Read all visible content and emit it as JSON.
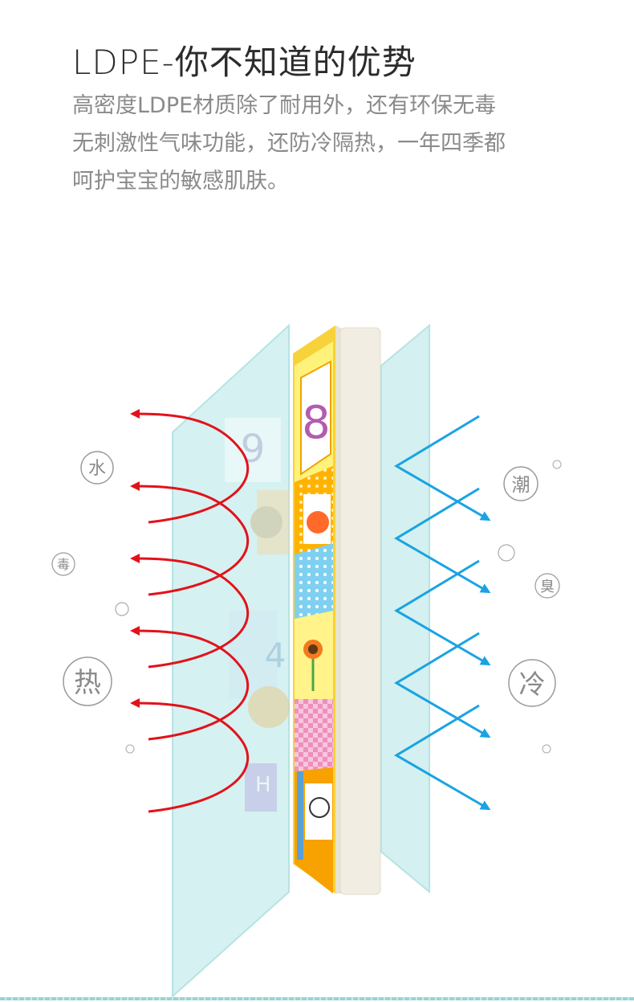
{
  "heading": "LDPE-你不知道的优势",
  "description": [
    "高密度LDPE材质除了耐用外，还有环保无毒",
    "无刺激性气味功能，还防冷隔热，一年四季都",
    "呵护宝宝的敏感肌肤。"
  ],
  "left_labels": [
    "水",
    "毒",
    "热"
  ],
  "right_labels": [
    "潮",
    "臭",
    "冷"
  ],
  "colors": {
    "heat_arrow": "#e2121b",
    "cold_arrow": "#1aa3e3",
    "glass": "#cfeeee",
    "foam": "#f1ede2",
    "mat_base": "#f7d23a"
  },
  "mat_numbers": [
    "8",
    "9",
    "4"
  ],
  "mat_letters": [
    "H"
  ]
}
